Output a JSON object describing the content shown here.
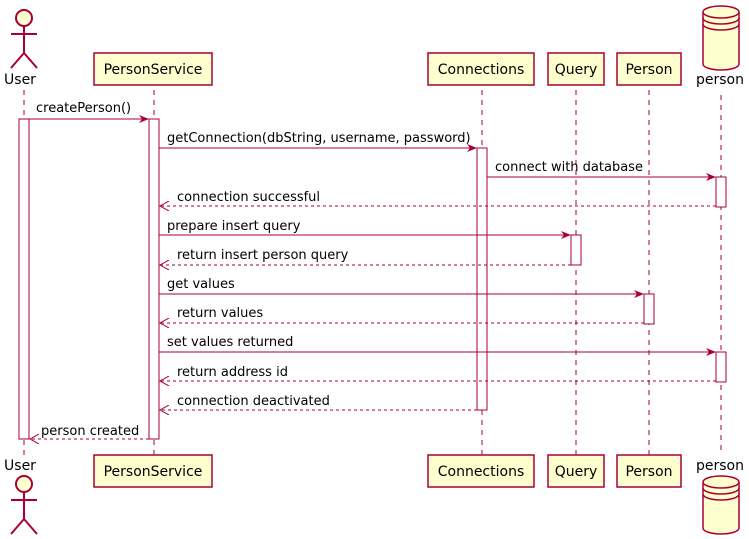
{
  "participants": [
    {
      "id": "user",
      "label": "User",
      "kind": "actor"
    },
    {
      "id": "personservice",
      "label": "PersonService",
      "kind": "box"
    },
    {
      "id": "connections",
      "label": "Connections",
      "kind": "box"
    },
    {
      "id": "query",
      "label": "Query",
      "kind": "box"
    },
    {
      "id": "person",
      "label": "Person",
      "kind": "box"
    },
    {
      "id": "persondb",
      "label": "person",
      "kind": "database"
    }
  ],
  "messages": [
    {
      "from": "user",
      "to": "personservice",
      "label": "createPerson()",
      "style": "sync"
    },
    {
      "from": "personservice",
      "to": "connections",
      "label": "getConnection(dbString, username, password)",
      "style": "sync"
    },
    {
      "from": "connections",
      "to": "persondb",
      "label": "connect with database",
      "style": "sync"
    },
    {
      "from": "persondb",
      "to": "personservice",
      "label": "connection successful",
      "style": "return"
    },
    {
      "from": "personservice",
      "to": "query",
      "label": "prepare insert query",
      "style": "sync"
    },
    {
      "from": "query",
      "to": "personservice",
      "label": "return insert person query",
      "style": "return"
    },
    {
      "from": "personservice",
      "to": "person",
      "label": "get values",
      "style": "sync"
    },
    {
      "from": "person",
      "to": "personservice",
      "label": "return values",
      "style": "return"
    },
    {
      "from": "personservice",
      "to": "persondb",
      "label": "set values returned",
      "style": "sync"
    },
    {
      "from": "persondb",
      "to": "personservice",
      "label": "return address id",
      "style": "return"
    },
    {
      "from": "connections",
      "to": "personservice",
      "label": "connection deactivated",
      "style": "return"
    },
    {
      "from": "personservice",
      "to": "user",
      "label": "person created",
      "style": "return"
    }
  ],
  "colors": {
    "line": "#a80036",
    "box_fill": "#fefece",
    "lifeline": "#a80036",
    "activation_fill": "#ffffff",
    "text": "#000000"
  }
}
